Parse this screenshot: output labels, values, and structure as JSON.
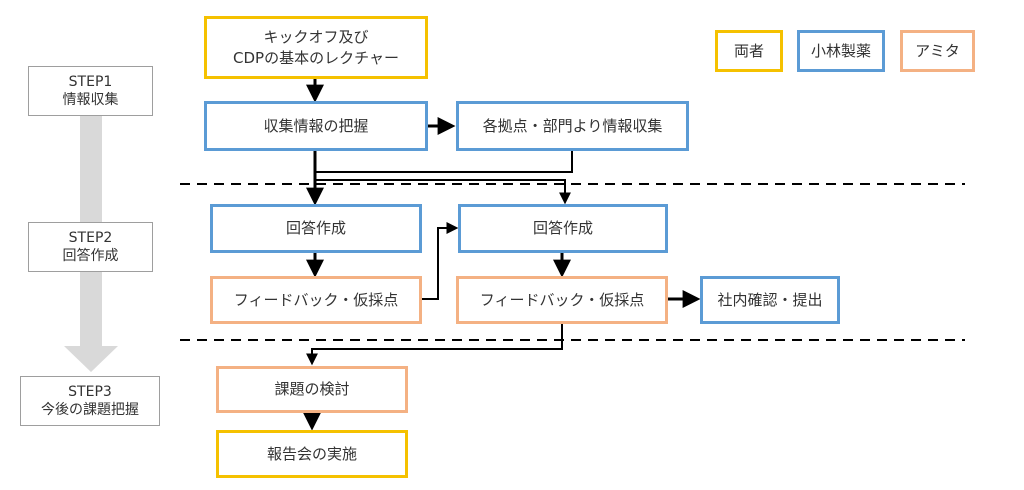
{
  "legend": [
    {
      "label": "両者",
      "color": "#f5c100"
    },
    {
      "label": "小林製薬",
      "color": "#5b9bd5"
    },
    {
      "label": "アミタ",
      "color": "#f4b183"
    }
  ],
  "steps": [
    {
      "line1": "STEP1",
      "line2": "情報収集"
    },
    {
      "line1": "STEP2",
      "line2": "回答作成"
    },
    {
      "line1": "STEP3",
      "line2": "今後の課題把握"
    }
  ],
  "nodes": {
    "kickoff": "キックオフ及び\nCDPの基本のレクチャー",
    "grasp": "収集情報の把握",
    "collect": "各拠点・部門より情報収集",
    "answer1": "回答作成",
    "answer2": "回答作成",
    "feedback1": "フィードバック・仮採点",
    "feedback2": "フィードバック・仮採点",
    "submit": "社内確認・提出",
    "review": "課題の検討",
    "report": "報告会の実施"
  },
  "colors": {
    "both": "#f5c100",
    "kobayashi": "#5b9bd5",
    "amita": "#f4b183",
    "progress_arrow": "#d9d9d9"
  }
}
